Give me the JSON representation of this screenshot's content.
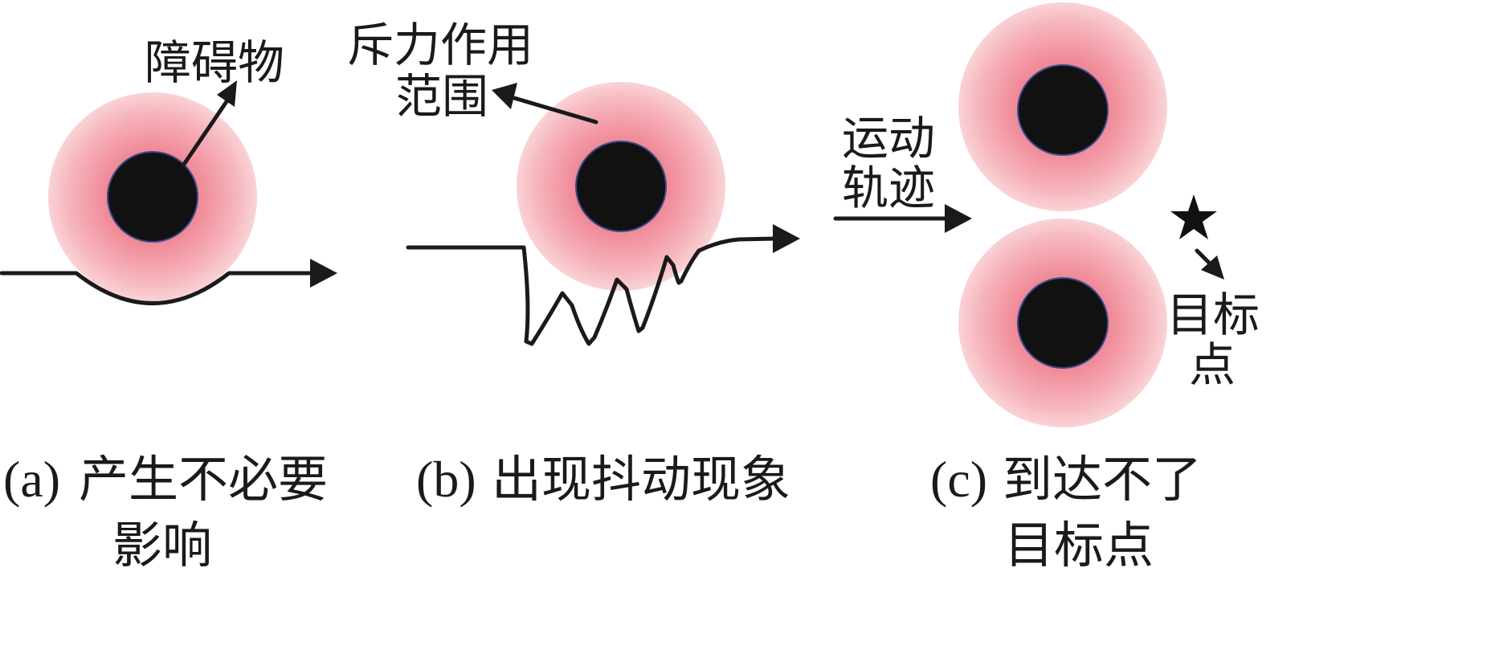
{
  "panels": {
    "a": {
      "obstacle_label": "障碍物",
      "caption_letter": "(a)",
      "caption_line1": "产生不必要",
      "caption_line2": "影响"
    },
    "b": {
      "range_label_line1": "斥力作用",
      "range_label_line2": "范围",
      "caption_letter": "(b)",
      "caption_line1": "出现抖动现象"
    },
    "c": {
      "trajectory_label_line1": "运动",
      "trajectory_label_line2": "轨迹",
      "target_label_line1": "目标",
      "target_label_line2": "点",
      "caption_letter": "(c)",
      "caption_line1": "到达不了",
      "caption_line2": "目标点"
    }
  },
  "colors": {
    "repulsion_center": "#f08090",
    "repulsion_edge": "#f8d0d0",
    "obstacle": "#111111",
    "obstacle_ring": "#3a4a8a",
    "line": "#1a1a1a"
  }
}
